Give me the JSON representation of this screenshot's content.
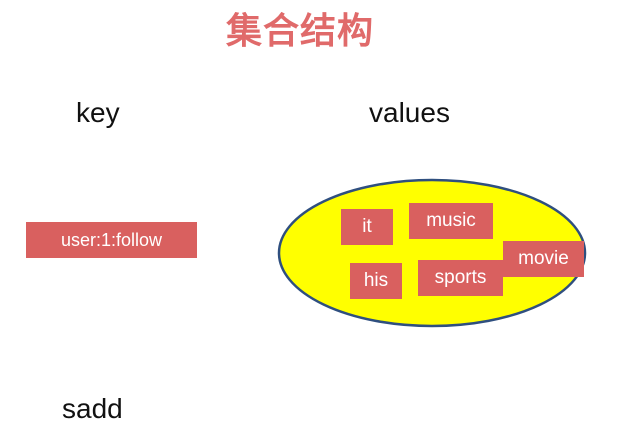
{
  "title": "集合结构",
  "headings": {
    "key": "key",
    "values": "values",
    "command": "sadd"
  },
  "key": "user:1:follow",
  "members": [
    "it",
    "music",
    "movie",
    "his",
    "sports"
  ],
  "colors": {
    "title": "#e06a6a",
    "tag_fill": "#d9605f",
    "ellipse_fill": "#ffff00",
    "ellipse_stroke": "#2f4f7f"
  }
}
